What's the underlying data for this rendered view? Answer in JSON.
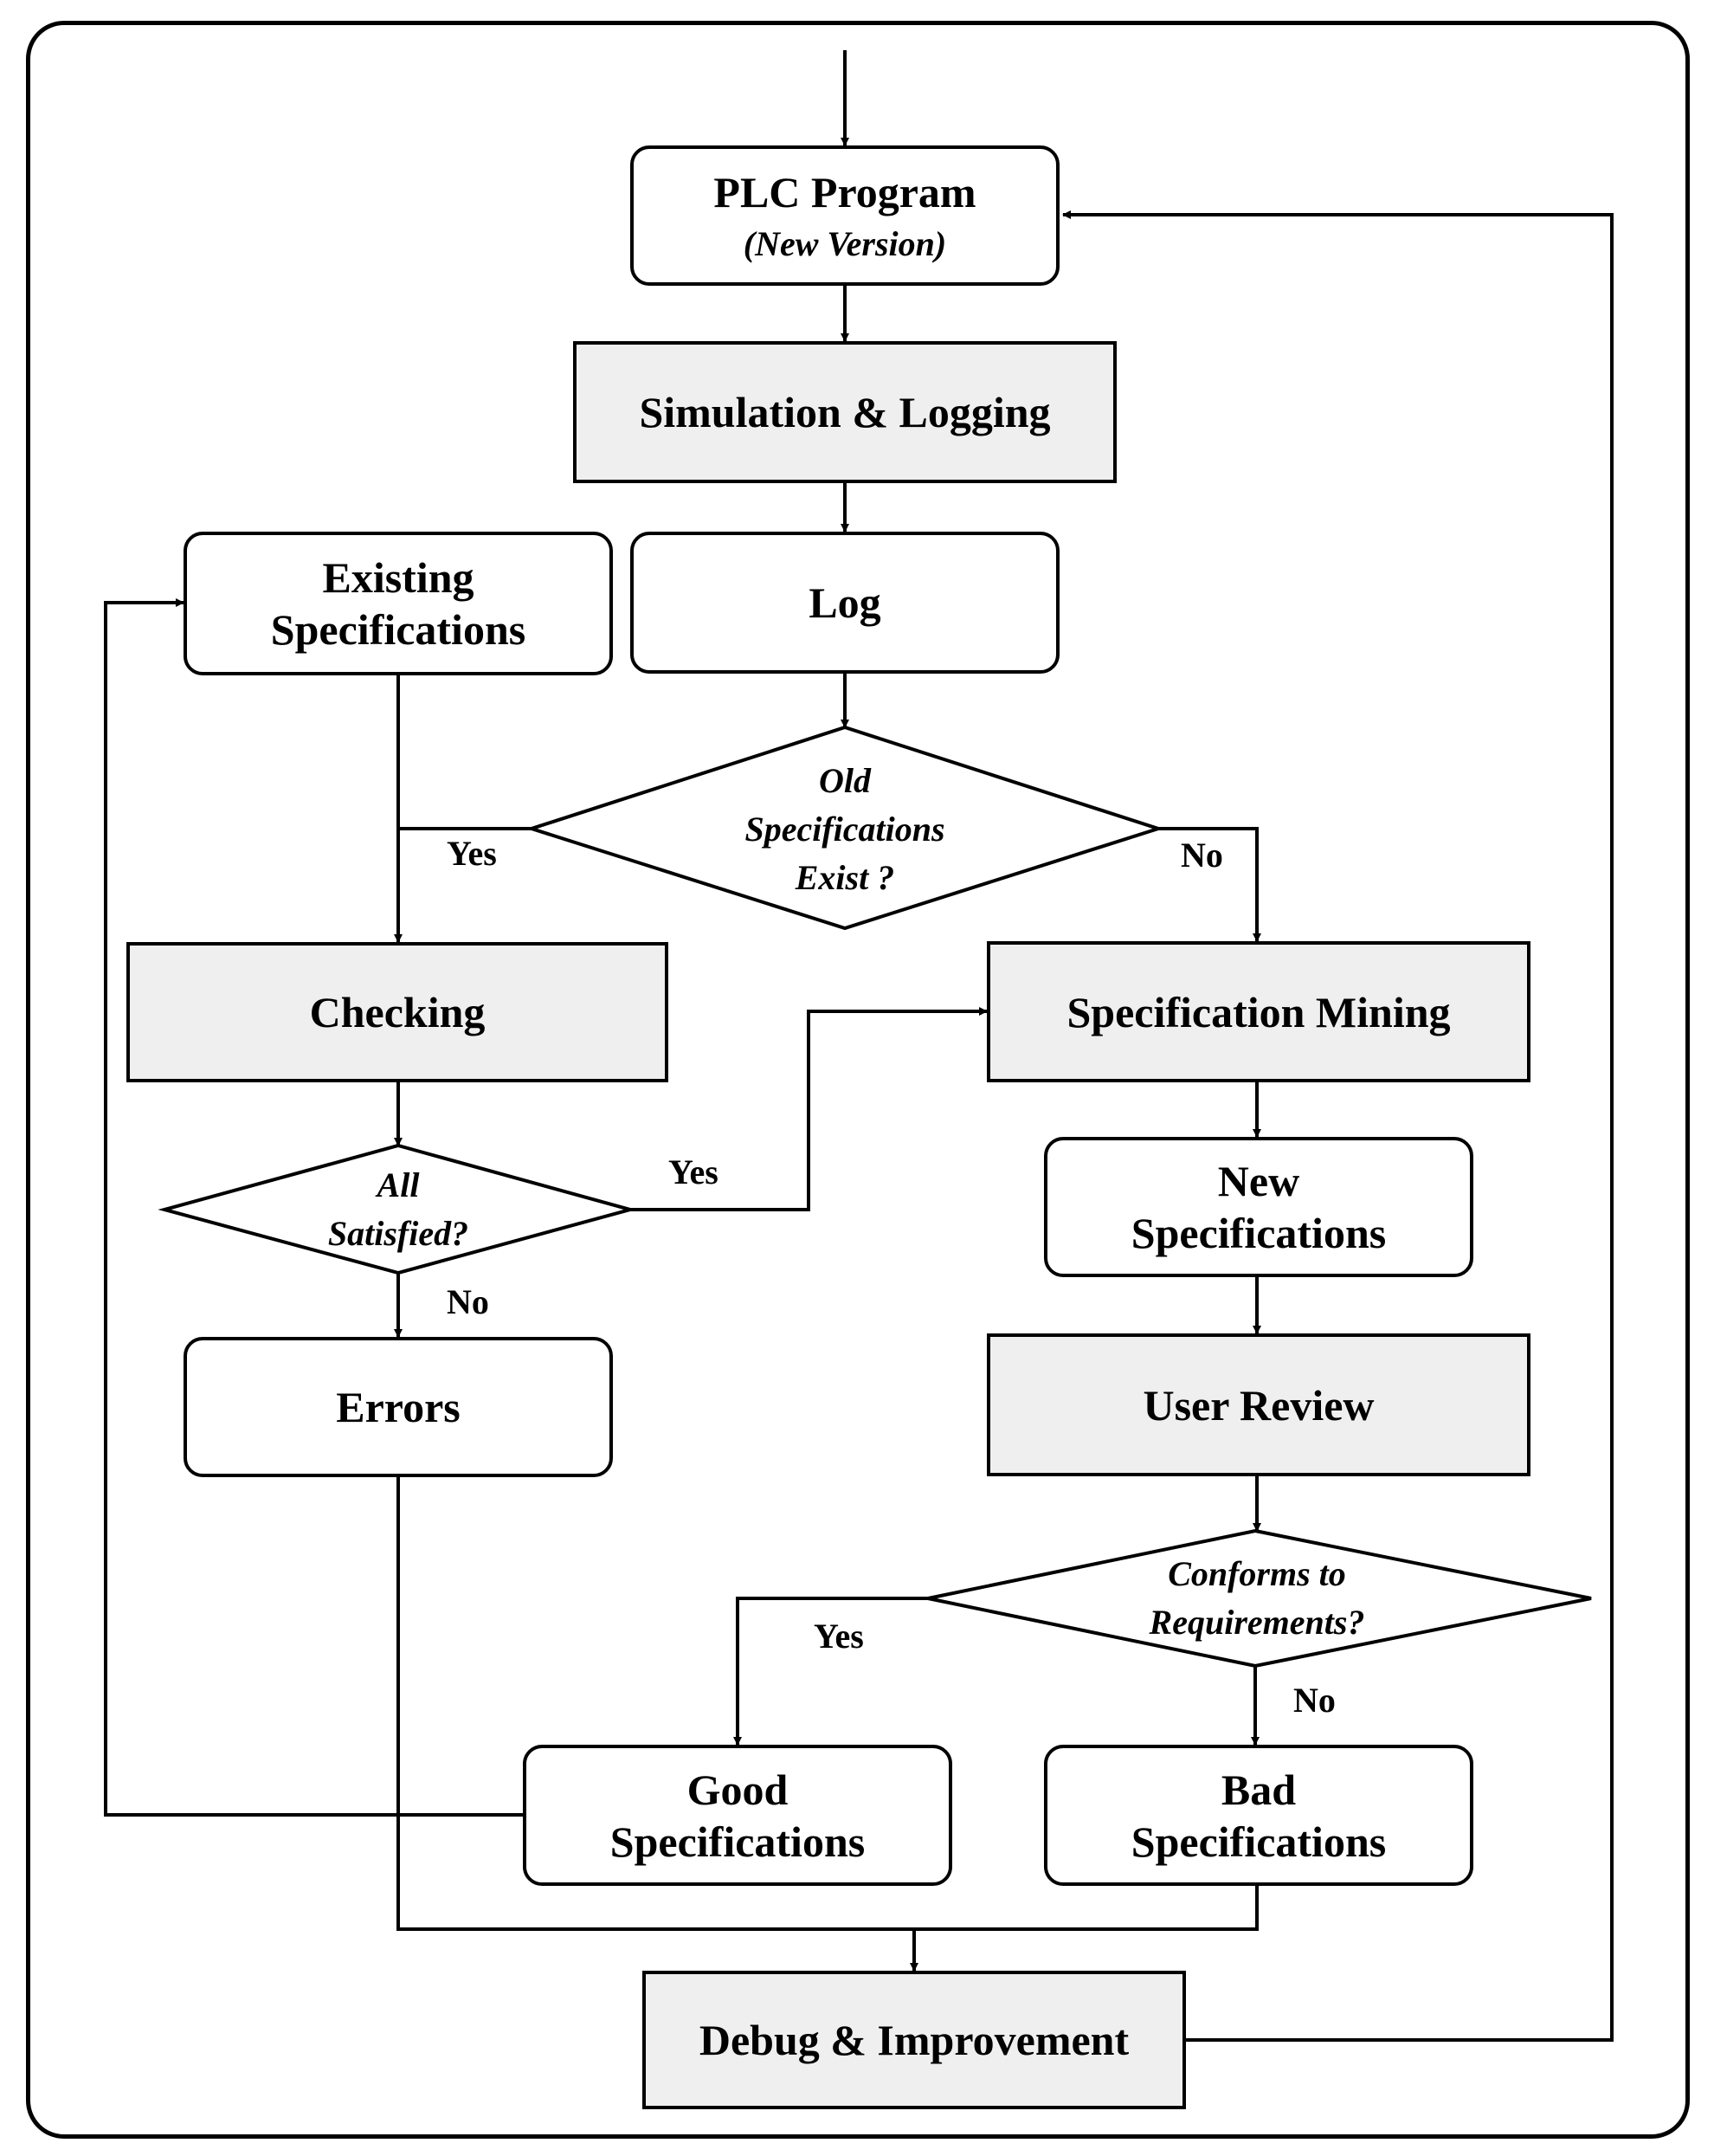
{
  "nodes": {
    "plc_program": {
      "title": "PLC Program",
      "subtitle": "(New Version)"
    },
    "simulation": {
      "label": "Simulation & Logging"
    },
    "log": {
      "label": "Log"
    },
    "existing_specs": {
      "line1": "Existing",
      "line2": "Specifications"
    },
    "old_specs_exist": {
      "line1": "Old",
      "line2": "Specifications",
      "line3": "Exist ?"
    },
    "checking": {
      "label": "Checking"
    },
    "spec_mining": {
      "label": "Specification Mining"
    },
    "all_satisfied": {
      "line1": "All",
      "line2": "Satisfied?"
    },
    "new_specs": {
      "line1": "New",
      "line2": "Specifications"
    },
    "errors": {
      "label": "Errors"
    },
    "user_review": {
      "label": "User Review"
    },
    "conforms": {
      "line1": "Conforms to",
      "line2": "Requirements?"
    },
    "good_specs": {
      "line1": "Good",
      "line2": "Specifications"
    },
    "bad_specs": {
      "line1": "Bad",
      "line2": "Specifications"
    },
    "debug": {
      "label": "Debug & Improvement"
    }
  },
  "edge_labels": {
    "old_yes": "Yes",
    "old_no": "No",
    "sat_yes": "Yes",
    "sat_no": "No",
    "conf_yes": "Yes",
    "conf_no": "No"
  }
}
